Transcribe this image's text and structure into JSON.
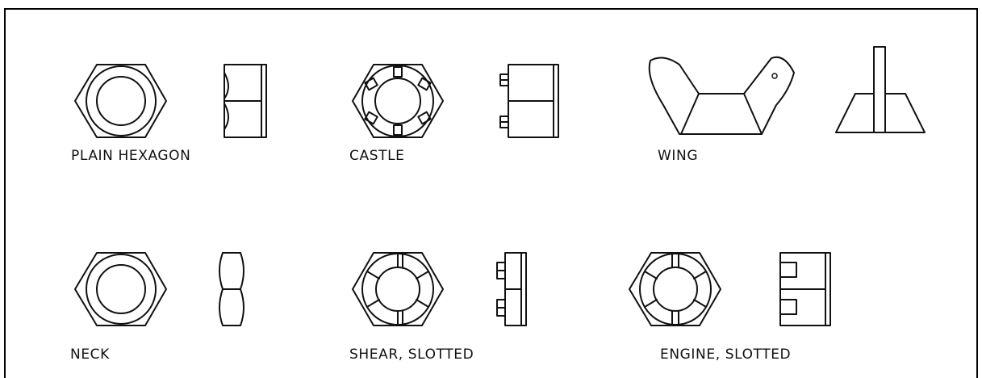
{
  "nuts": [
    {
      "id": "plain-hexagon",
      "label": "PLAIN HEXAGON"
    },
    {
      "id": "castle",
      "label": "CASTLE"
    },
    {
      "id": "wing",
      "label": "WING"
    },
    {
      "id": "neck",
      "label": "NECK"
    },
    {
      "id": "shear-slotted",
      "label": "SHEAR, SLOTTED"
    },
    {
      "id": "engine-slotted",
      "label": "ENGINE, SLOTTED"
    }
  ]
}
